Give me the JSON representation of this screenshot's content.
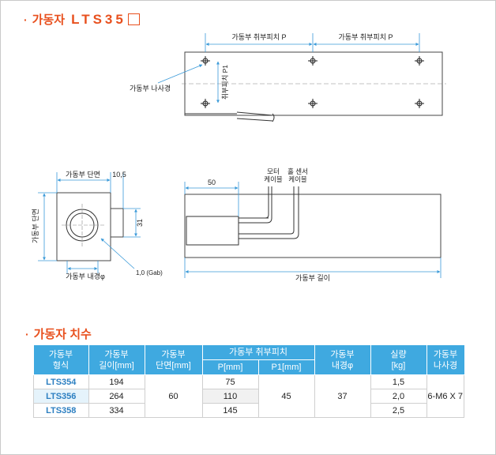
{
  "header": {
    "bullet": "·",
    "title": "가동자",
    "model": "LTS35"
  },
  "drawing": {
    "pitch_p_left": "가동부 취부피치 P",
    "pitch_p_right": "가동부 취부피치 P",
    "pitch_p1": "취부피치 P1",
    "screw_label": "가동부 나사경",
    "section_label": "가동부 단면",
    "section_dim": "10,5",
    "section_side_label": "가동부 단면",
    "dim_31": "31",
    "inner_dia_label": "가동부 내경φ",
    "gap_label": "1,0 (Gab)",
    "motor_cable": [
      "모터",
      "케이블"
    ],
    "hall_cable": [
      "홀 센서",
      "케이블"
    ],
    "dim_50": "50",
    "length_label": "가동부 길이"
  },
  "section2": {
    "bullet": "·",
    "title": "가동자 치수"
  },
  "table": {
    "headers": {
      "model": [
        "가동부",
        "형식"
      ],
      "length": [
        "가동부",
        "길이[mm]"
      ],
      "section": [
        "가동부",
        "단면[mm]"
      ],
      "pitch": "가동부 취부피치",
      "p": "P[mm]",
      "p1": "P1[mm]",
      "inner": [
        "가동부",
        "내경φ"
      ],
      "weight": [
        "실량",
        "[kg]"
      ],
      "screw": [
        "가동부",
        "나사경"
      ]
    },
    "rows": [
      {
        "model": "LTS354",
        "length": "194",
        "p": "75",
        "weight": "1,5"
      },
      {
        "model": "LTS356",
        "length": "264",
        "p": "110",
        "weight": "2,0"
      },
      {
        "model": "LTS358",
        "length": "334",
        "p": "145",
        "weight": "2,5"
      }
    ],
    "section": "60",
    "p1": "45",
    "inner": "37",
    "screw": "6-M6 X 7"
  }
}
